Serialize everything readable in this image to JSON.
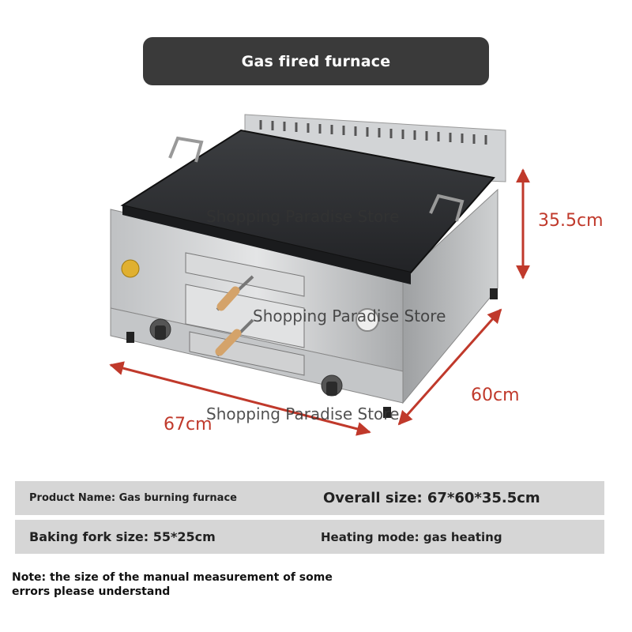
{
  "title": "Gas fired furnace",
  "watermarks": [
    "Shopping Paradise Store",
    "Shopping Paradise Store",
    "Shopping Paradise Store"
  ],
  "dimensions": {
    "height": "35.5cm",
    "depth": "60cm",
    "width": "67cm"
  },
  "specs": {
    "product_name": "Product Name: Gas burning furnace",
    "overall_size": "Overall size: 67*60*35.5cm",
    "baking_fork_size": "Baking fork size: 55*25cm",
    "heating_mode": "Heating mode: gas heating"
  },
  "note": "Note: the size of the manual measurement of some errors please understand",
  "colors": {
    "title_bg": "#3a3a3a",
    "dimension_red": "#c0392b",
    "spec_bg": "#d6d6d6",
    "steel": "#c9cbcd",
    "griddle": "#2c2e31"
  }
}
